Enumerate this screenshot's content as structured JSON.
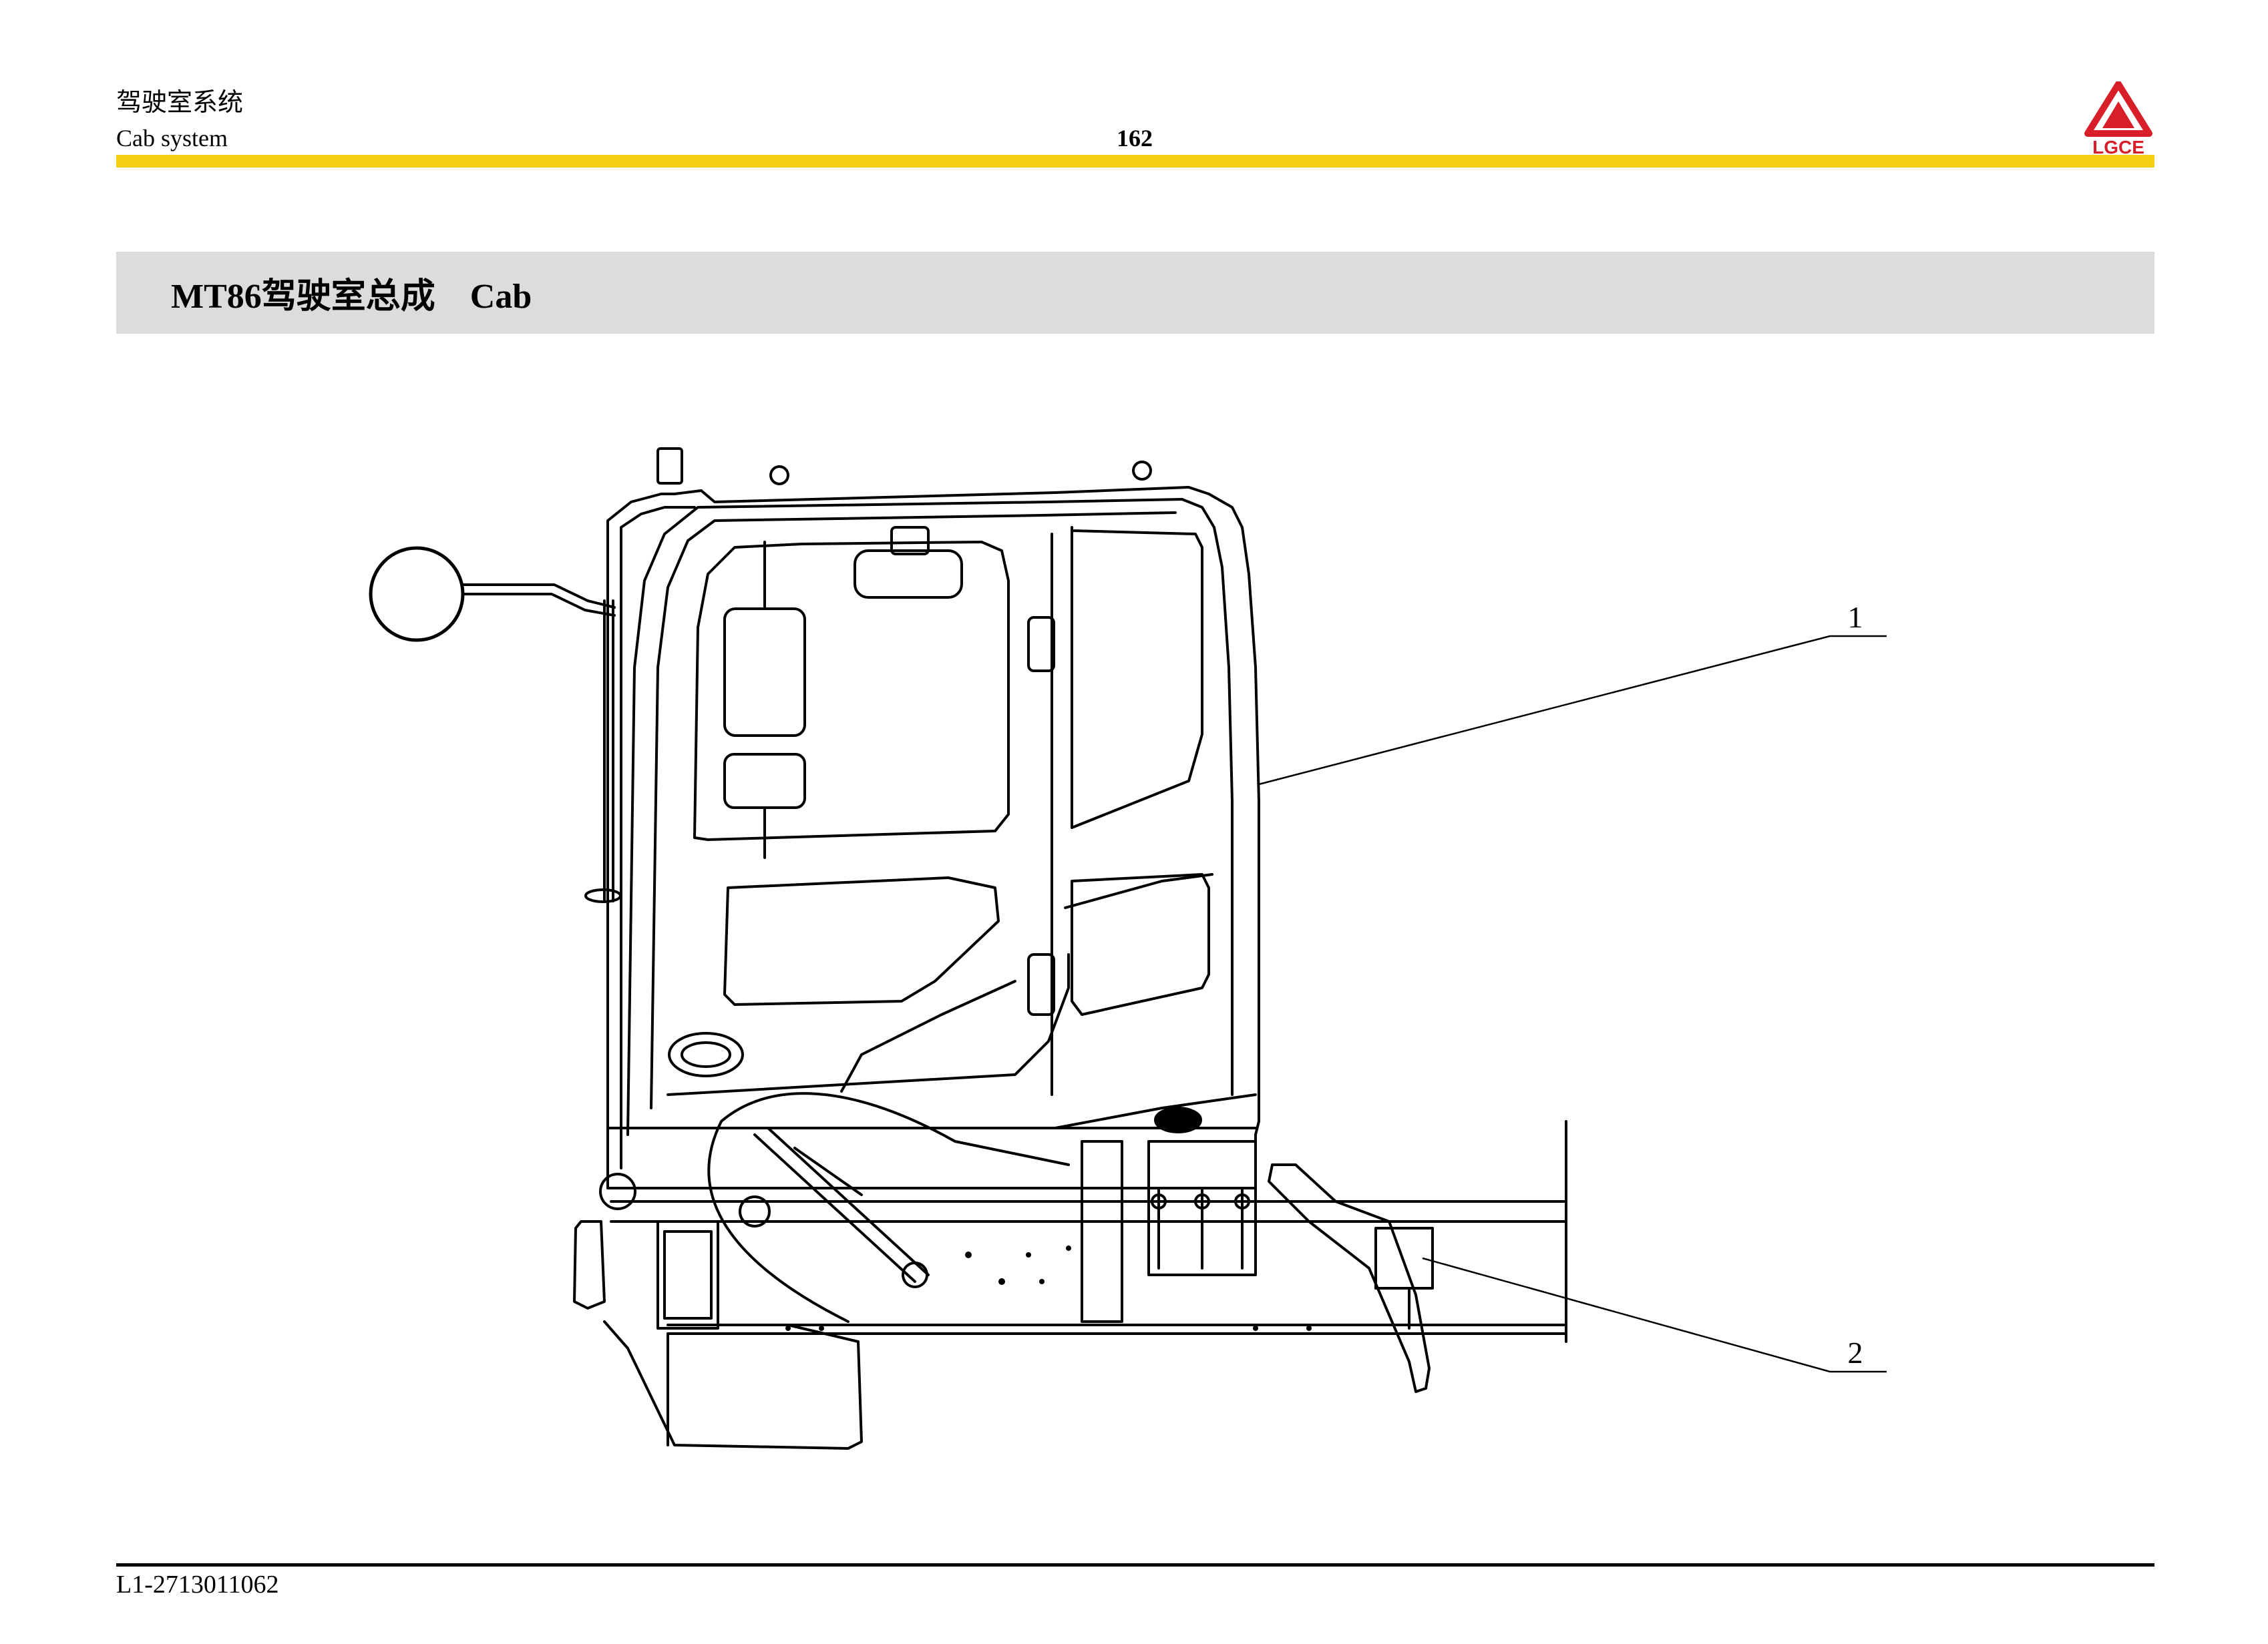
{
  "header": {
    "chapter_cn": "驾驶室系统",
    "chapter_en": "Cab system",
    "page_number": "162",
    "logo_text": "LGCE",
    "colors": {
      "accent_bar": "#f5cf12",
      "logo_red": "#d81e28"
    }
  },
  "section": {
    "title": "MT86驾驶室总成    Cab"
  },
  "figure": {
    "callouts": [
      {
        "label": "1"
      },
      {
        "label": "2"
      }
    ]
  },
  "footer": {
    "part_number": "L1-2713011062"
  }
}
